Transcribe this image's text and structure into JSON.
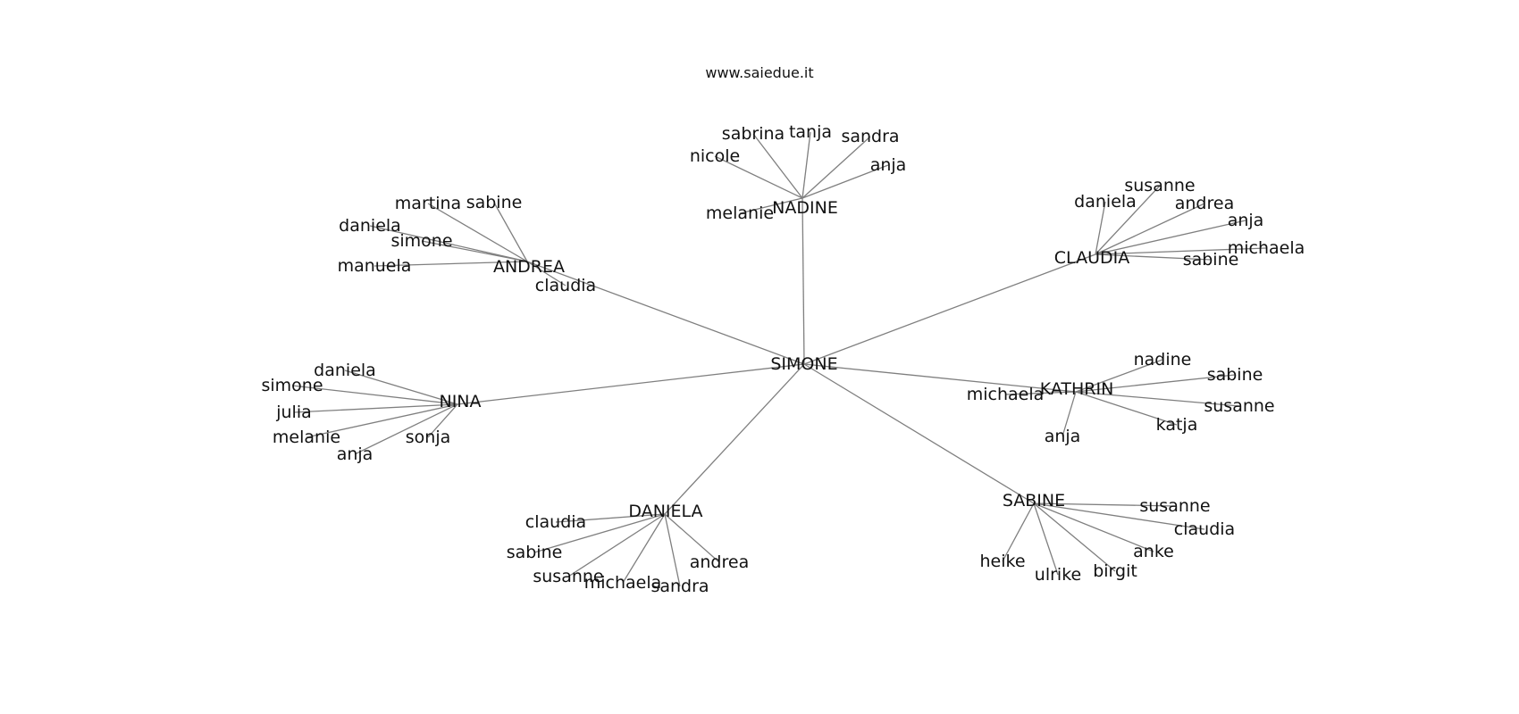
{
  "title": "www.saiedue.it",
  "edge_color": "#7f7f7f",
  "text_color": "#111111",
  "center": "SIMONE",
  "groups": [
    {
      "hub": "NADINE",
      "leaves": [
        "sabrina",
        "tanja",
        "sandra",
        "nicole",
        "anja",
        "melanie"
      ]
    },
    {
      "hub": "ANDREA",
      "leaves": [
        "martina",
        "sabine",
        "daniela",
        "simone",
        "manuela",
        "claudia"
      ]
    },
    {
      "hub": "CLAUDIA",
      "leaves": [
        "susanne",
        "daniela",
        "andrea",
        "anja",
        "michaela",
        "sabine"
      ]
    },
    {
      "hub": "NINA",
      "leaves": [
        "daniela",
        "simone",
        "julia",
        "melanie",
        "sonja",
        "anja"
      ]
    },
    {
      "hub": "KATHRIN",
      "leaves": [
        "nadine",
        "sabine",
        "michaela",
        "susanne",
        "katja",
        "anja"
      ]
    },
    {
      "hub": "DANIELA",
      "leaves": [
        "claudia",
        "sabine",
        "andrea",
        "susanne",
        "michaela",
        "sandra"
      ]
    },
    {
      "hub": "SABINE",
      "leaves": [
        "susanne",
        "claudia",
        "anke",
        "heike",
        "birgit",
        "ulrike"
      ]
    }
  ]
}
